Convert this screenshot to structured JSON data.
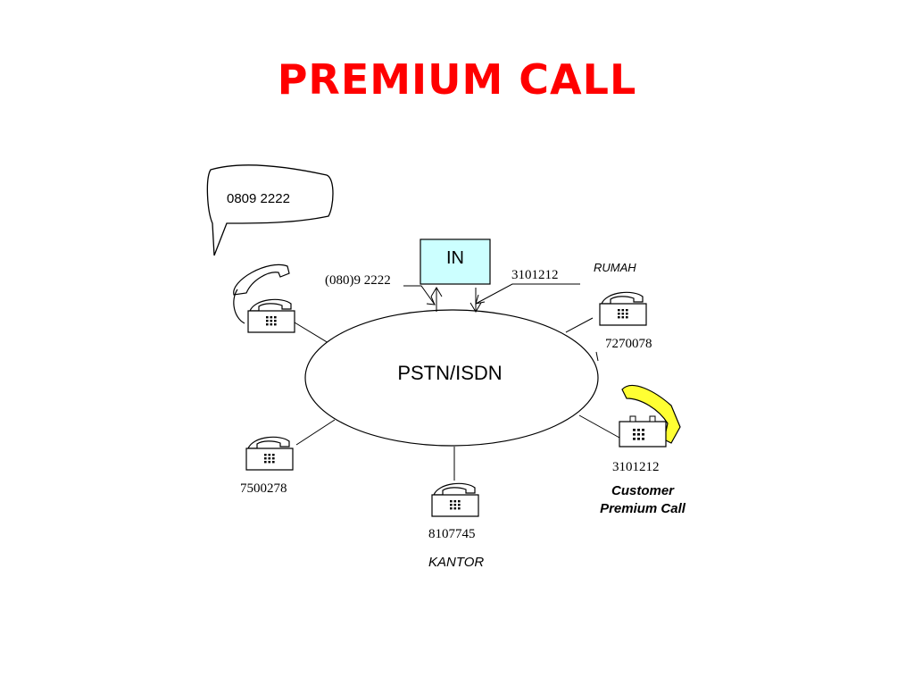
{
  "title": "PREMIUM CALL",
  "colors": {
    "title": "#ff0000",
    "in_box_fill": "#ccffff",
    "handset_highlight": "#ffff33"
  },
  "speech_bubble": {
    "text": "0809 2222"
  },
  "nodes": {
    "in": {
      "label": "IN"
    },
    "pstn": {
      "label": "PSTN/ISDN"
    }
  },
  "arrows": {
    "left_label": "(080)9 2222",
    "right_label": "3101212"
  },
  "phones": {
    "caller": {
      "icon": "telephone-icon"
    },
    "rumah": {
      "caption": "RUMAH",
      "number": "7270078",
      "icon": "telephone-icon"
    },
    "customer": {
      "number": "3101212",
      "caption": "Customer Premium Call",
      "icon": "telephone-off-hook-icon"
    },
    "kantor": {
      "number": "8107745",
      "caption": "KANTOR",
      "icon": "telephone-icon"
    },
    "left_bottom": {
      "number": "7500278",
      "icon": "telephone-icon"
    }
  }
}
